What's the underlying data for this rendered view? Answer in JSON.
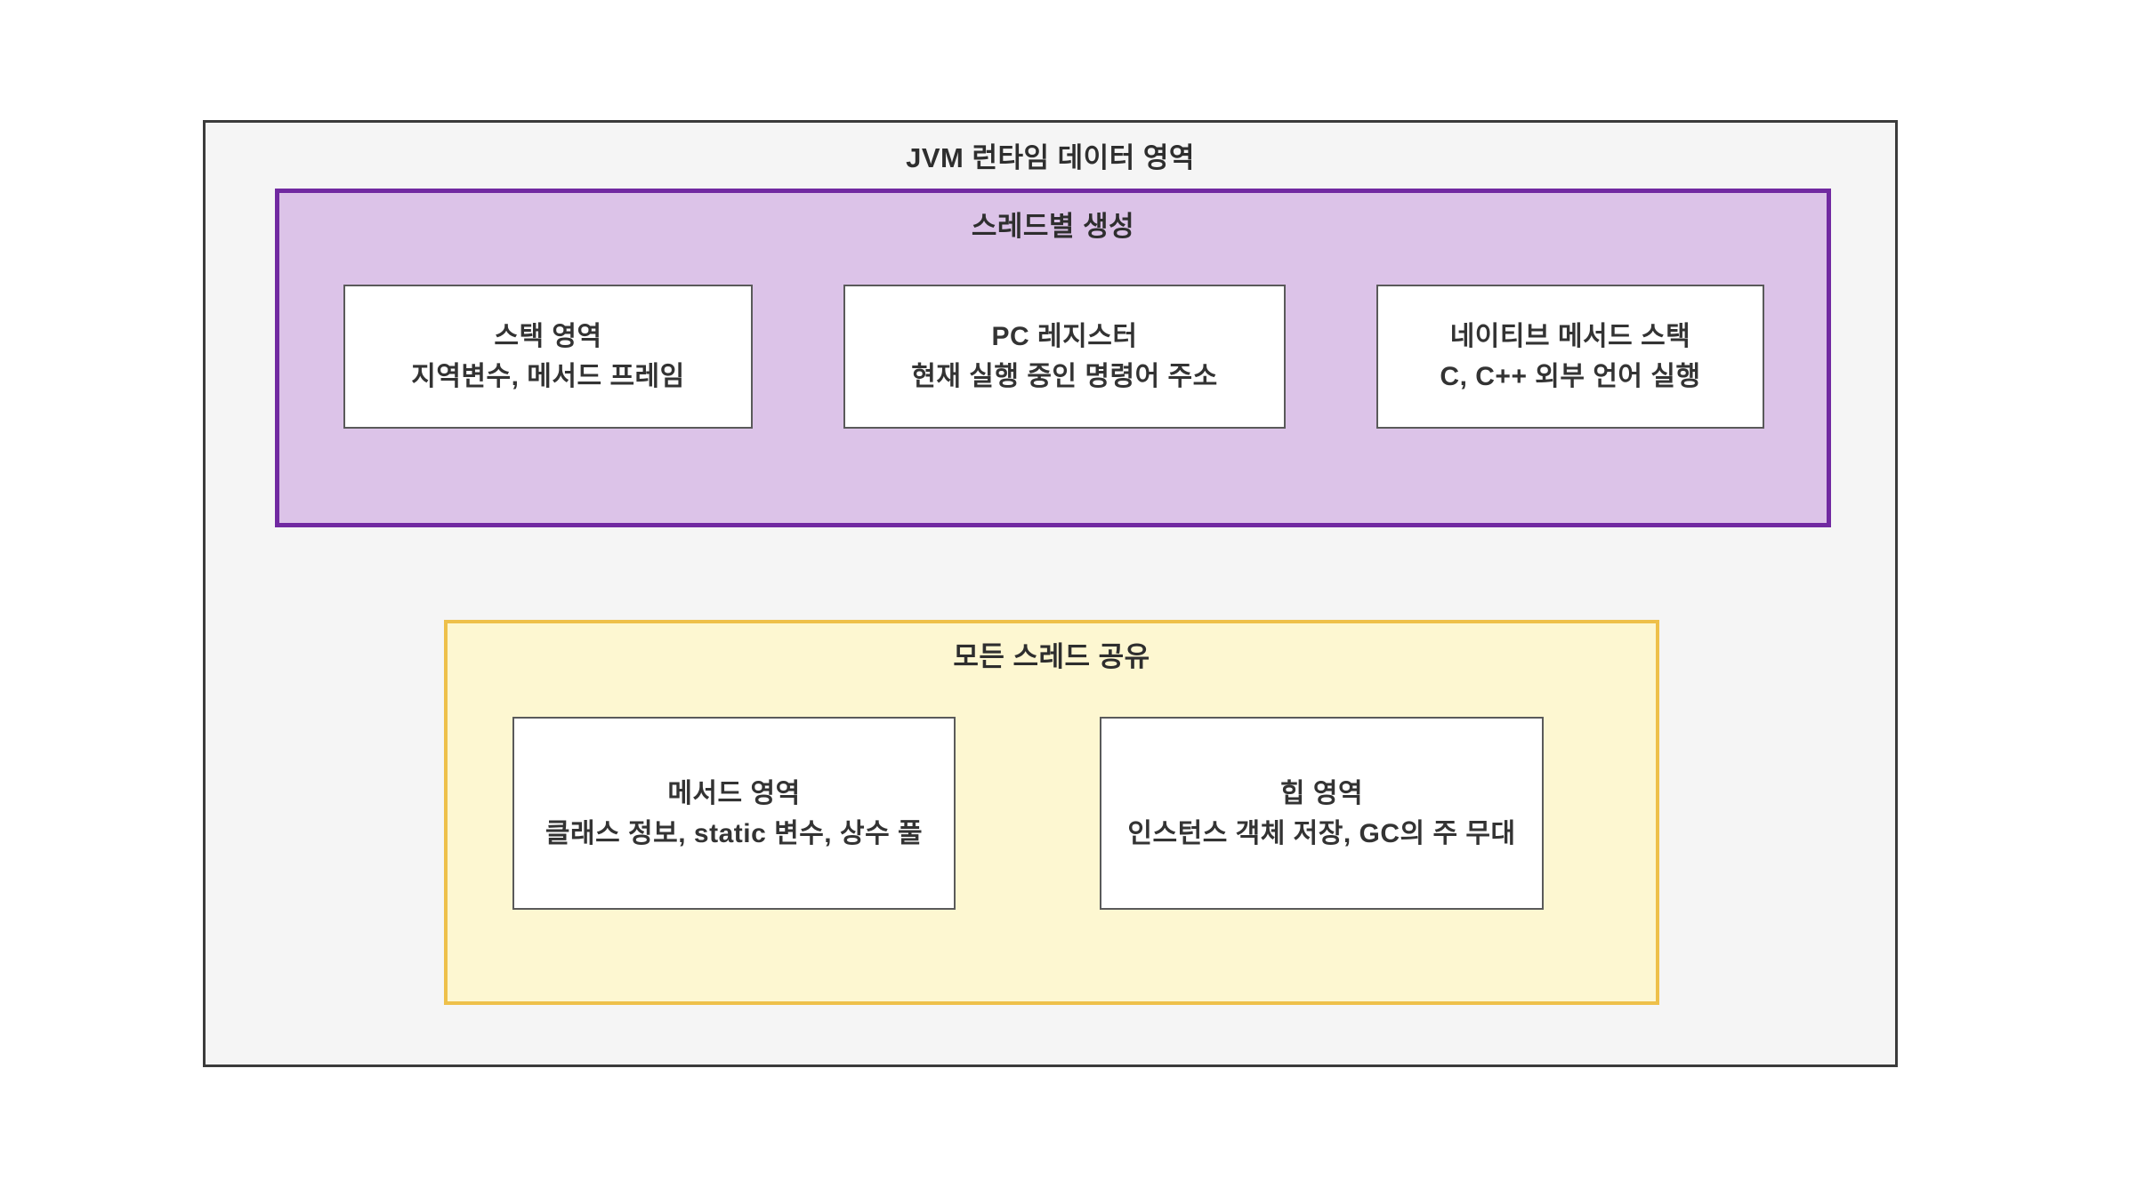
{
  "diagram": {
    "title": "JVM 런타임 데이터 영역",
    "groups": [
      {
        "id": "per-thread",
        "title": "스레드별 생성",
        "fill": "#dcc3e8",
        "border": "#7129a1",
        "boxes": [
          {
            "title": "스택 영역",
            "desc": "지역변수, 메서드 프레임"
          },
          {
            "title": "PC 레지스터",
            "desc": "현재 실행 중인 명령어 주소"
          },
          {
            "title": "네이티브 메서드 스택",
            "desc": "C, C++ 외부 언어 실행"
          }
        ]
      },
      {
        "id": "all-threads-shared",
        "title": "모든 스레드 공유",
        "fill": "#fdf7d1",
        "border": "#eec04a",
        "boxes": [
          {
            "title": "메서드 영역",
            "desc": "클래스 정보, static 변수, 상수 풀"
          },
          {
            "title": "힙 영역",
            "desc": "인스턴스 객체 저장, GC의 주 무대"
          }
        ]
      }
    ],
    "colors": {
      "outer_fill": "#f5f5f5",
      "outer_border": "#3b3b3b",
      "node_fill": "#ffffff",
      "node_border": "#5a5a5a",
      "text": "#2e2e2e"
    }
  }
}
